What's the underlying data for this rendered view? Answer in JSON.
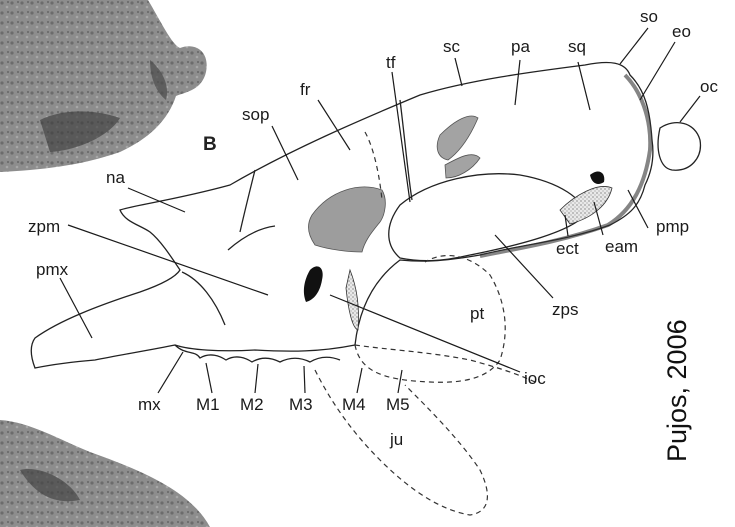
{
  "panel_label": "B",
  "credit": "Pujos, 2006",
  "labels": {
    "so": "so",
    "eo": "eo",
    "oc": "oc",
    "sc": "sc",
    "pa": "pa",
    "sq": "sq",
    "tf": "tf",
    "fr": "fr",
    "sop": "sop",
    "na": "na",
    "zpm": "zpm",
    "pmx": "pmx",
    "pmp": "pmp",
    "eam": "eam",
    "ect": "ect",
    "zps": "zps",
    "pt": "pt",
    "ioc": "ioc",
    "mx": "mx",
    "M1": "M1",
    "M2": "M2",
    "M3": "M3",
    "M4": "M4",
    "M5": "M5",
    "ju": "ju"
  }
}
